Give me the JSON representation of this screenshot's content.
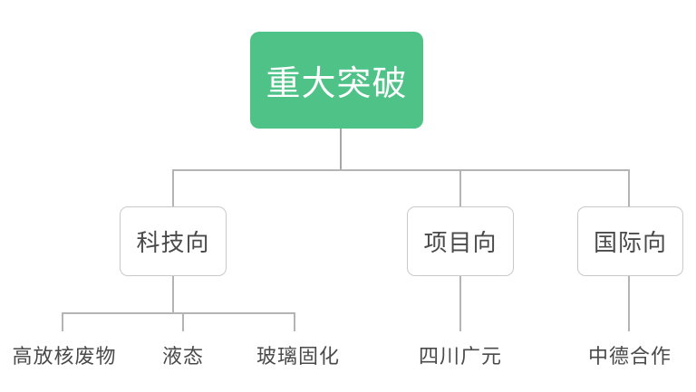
{
  "mindmap": {
    "root": {
      "label": "重大突破"
    },
    "branches": [
      {
        "label": "科技向",
        "children": [
          "高放核废物",
          "液态",
          "玻璃固化"
        ]
      },
      {
        "label": "项目向",
        "children": [
          "四川广元"
        ]
      },
      {
        "label": "国际向",
        "children": [
          "中德合作"
        ]
      }
    ]
  },
  "colors": {
    "root_bg": "#4FC287",
    "root_text": "#ffffff",
    "node_bg": "#ffffff",
    "node_border": "#c9c9c9",
    "node_text": "#4a4a4a",
    "line": "#b4b4b4",
    "root_stem": "#a6a6a6",
    "canvas_bg": "#ffffff"
  }
}
